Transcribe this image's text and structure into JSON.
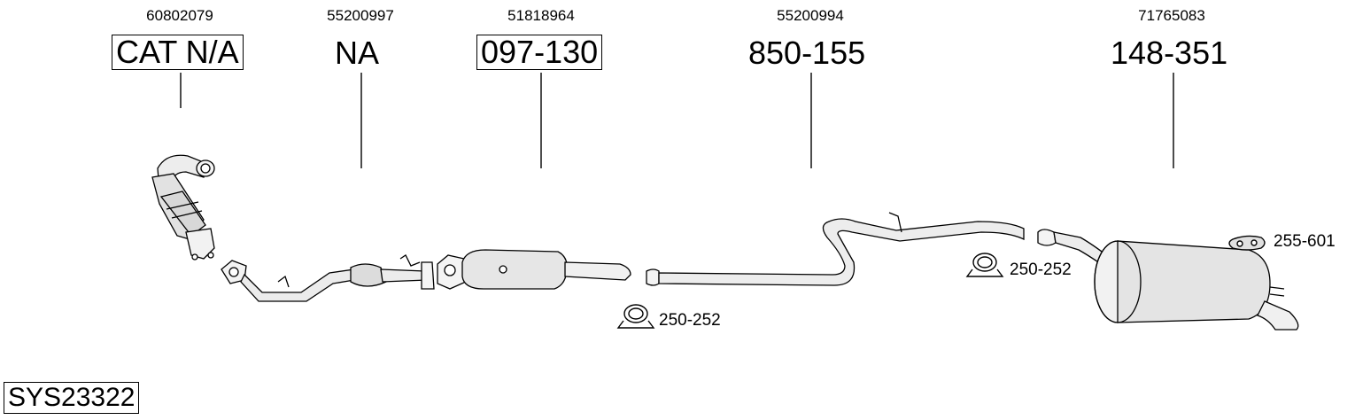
{
  "oe_numbers": [
    "60802079",
    "55200997",
    "51818964",
    "55200994",
    "71765083"
  ],
  "part_numbers": [
    "CAT N/A",
    "NA",
    "097-130",
    "850-155",
    "148-351"
  ],
  "accessories": [
    {
      "code": "250-252",
      "icon": "clamp-icon"
    },
    {
      "code": "250-252",
      "icon": "clamp-icon"
    },
    {
      "code": "255-601",
      "icon": "rubber-hanger-icon"
    }
  ],
  "system_id": "SYS23322"
}
